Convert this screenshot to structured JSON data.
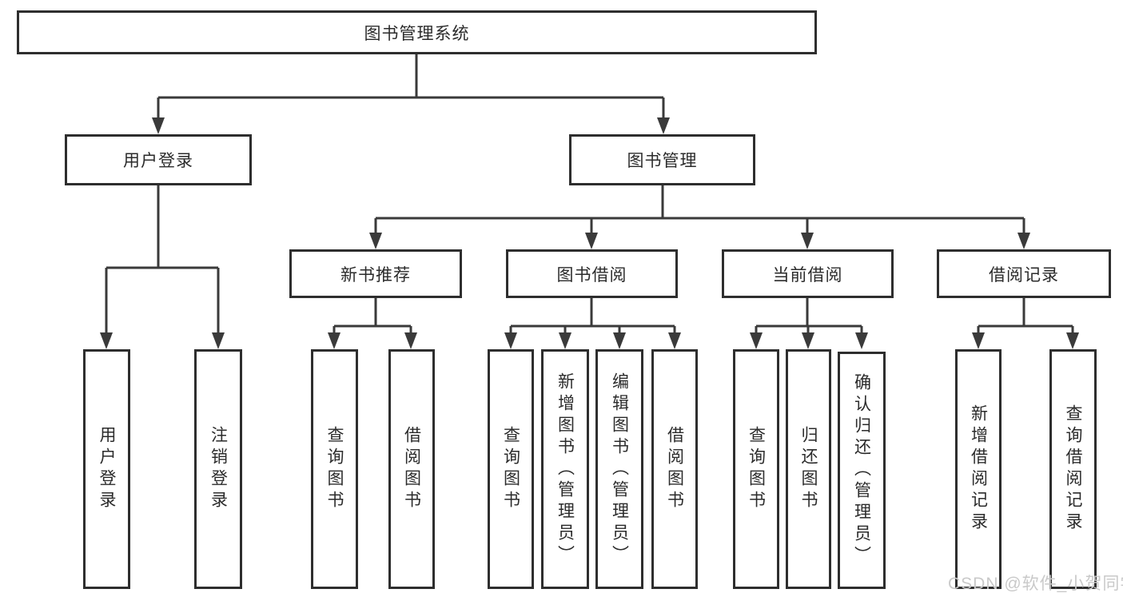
{
  "nodes": {
    "root": "图书管理系统",
    "user_login": "用户登录",
    "book_management": "图书管理",
    "new_book_recommend": "新书推荐",
    "book_borrowing": "图书借阅",
    "current_borrowing": "当前借阅",
    "borrowing_records": "借阅记录",
    "leaf_user_login": "用户登录",
    "leaf_logout": "注销登录",
    "leaf_nb_query": "查询图书",
    "leaf_nb_borrow": "借阅图书",
    "leaf_bb_query": "查询图书",
    "leaf_bb_add": "新增图书（管理员）",
    "leaf_bb_edit": "编辑图书（管理员）",
    "leaf_bb_borrow": "借阅图书",
    "leaf_cb_query": "查询图书",
    "leaf_cb_return": "归还图书",
    "leaf_cb_confirm": "确认归还（管理员）",
    "leaf_br_add": "新增借阅记录",
    "leaf_br_query": "查询借阅记录"
  },
  "watermark": "CSDN @软件_小贺同学",
  "colors": {
    "line": "#3a3a3a",
    "box_border": "#2e2e2e",
    "text": "#2b2b2b",
    "watermark": "#c9c9c9",
    "background": "#ffffff"
  }
}
